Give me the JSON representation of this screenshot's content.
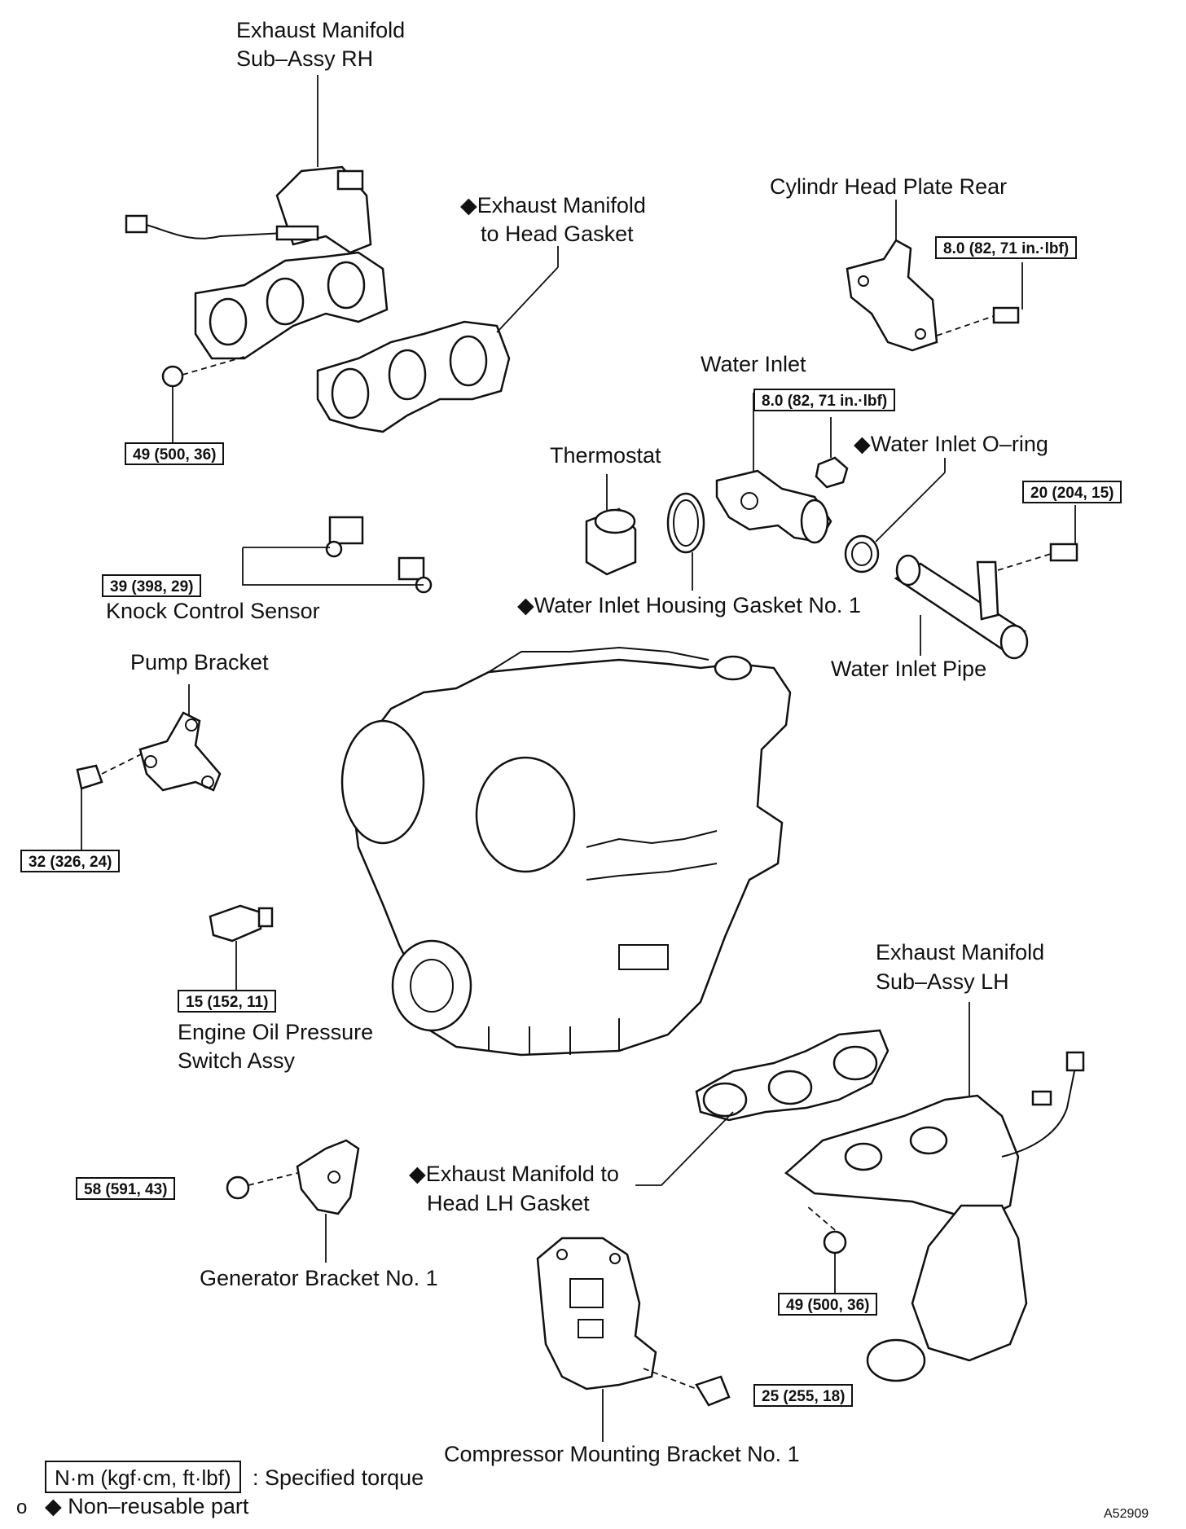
{
  "labels": {
    "exhaust_manifold_rh_1": "Exhaust Manifold",
    "exhaust_manifold_rh_2": "Sub–Assy RH",
    "exhaust_gasket_1": "◆Exhaust Manifold",
    "exhaust_gasket_2": "to Head Gasket",
    "cylinder_head_plate": "Cylindr Head Plate Rear",
    "water_inlet": "Water Inlet",
    "thermostat": "Thermostat",
    "water_inlet_oring": "◆Water Inlet O–ring",
    "knock_sensor": "Knock Control Sensor",
    "water_inlet_gasket": "◆Water Inlet Housing Gasket No. 1",
    "water_inlet_pipe": "Water Inlet Pipe",
    "pump_bracket": "Pump Bracket",
    "oil_pressure_1": "Engine Oil Pressure",
    "oil_pressure_2": "Switch Assy",
    "exhaust_manifold_lh_1": "Exhaust Manifold",
    "exhaust_manifold_lh_2": "Sub–Assy LH",
    "lh_gasket_1": "◆Exhaust Manifold to",
    "lh_gasket_2": "Head LH Gasket",
    "generator_bracket": "Generator Bracket No. 1",
    "compressor_bracket": "Compressor Mounting Bracket No. 1"
  },
  "torques": {
    "rh_manifold_nut": "49 (500, 36)",
    "head_plate_bolt": "8.0 (82, 71 in.·lbf)",
    "water_inlet_nut": "8.0 (82, 71 in.·lbf)",
    "water_pipe_bolt": "20 (204, 15)",
    "knock_sensor": "39 (398, 29)",
    "pump_bracket_bolt": "32 (326, 24)",
    "oil_pressure_switch": "15 (152, 11)",
    "generator_bracket_nut": "58 (591, 43)",
    "lh_manifold_nut": "49 (500, 36)",
    "compressor_bracket_bolt": "25 (255, 18)"
  },
  "legend": {
    "torque_unit": "N·m (kgf·cm, ft·lbf)",
    "torque_text": ": Specified torque",
    "bullet": "o",
    "nonreusable_text": "◆ Non–reusable part"
  },
  "figure_id": "A52909"
}
